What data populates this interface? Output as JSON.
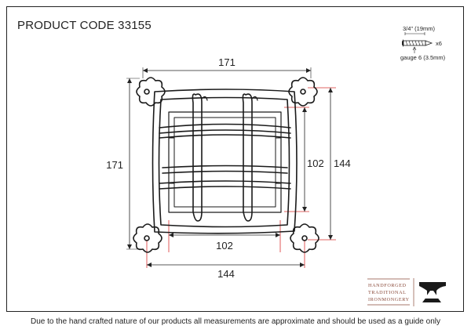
{
  "header": {
    "product_code": "PRODUCT CODE 33155"
  },
  "screw": {
    "length": "3/4\" (19mm)",
    "quantity": "x6",
    "gauge": "gauge 6 (3.5mm)"
  },
  "dimensions": {
    "overall_width": "171",
    "overall_height": "171",
    "inner_width": "102",
    "inner_height": "102",
    "fixing_width": "144",
    "fixing_height": "144"
  },
  "brand": {
    "line1": "HANDFORGED",
    "line2": "TRADITIONAL",
    "line3": "IRONMONGERY"
  },
  "footer": {
    "disclaimer": "Due to the hand crafted nature of our products all measurements are approximate and should be used as a guide only"
  },
  "colors": {
    "dimension_red": "#d9302f",
    "line": "#1a1a1a",
    "brand": "#8a4a3a"
  }
}
